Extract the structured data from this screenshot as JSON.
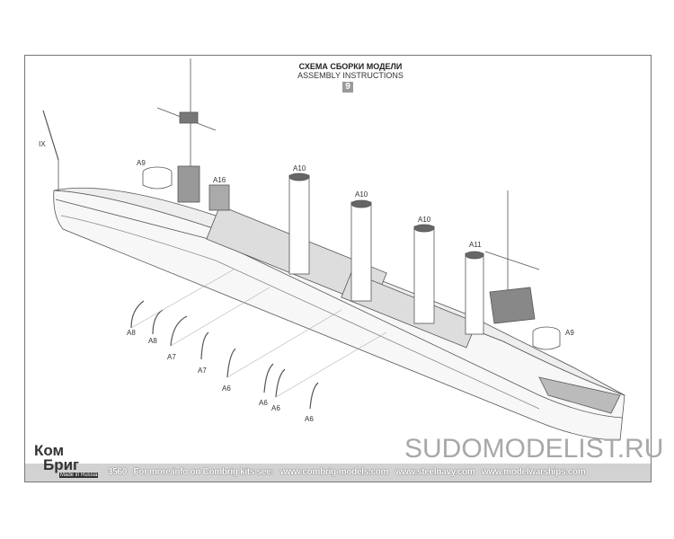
{
  "header": {
    "title_ru": "СХЕМА СБОРКИ МОДЕЛИ",
    "title_en": "ASSEMBLY INSTRUCTIONS",
    "page_number": "9"
  },
  "labels": {
    "ix": "IX",
    "a9_aft": "A9",
    "a16": "A16",
    "a10_1": "A10",
    "a10_2": "A10",
    "a10_3": "A10",
    "a11": "A11",
    "a9_fwd": "A9",
    "a8_1": "A8",
    "a8_2": "A8",
    "a7_1": "A7",
    "a7_2": "A7",
    "a6_1": "A6",
    "a6_2": "A6",
    "a6_3": "A6",
    "a6_4": "A6"
  },
  "footer": {
    "kit_number": "3560",
    "info": "For more info on Combrig kits see:",
    "links": [
      "www.combrig-models.com",
      "www.steelnavy.com",
      "www.modelwarships.com"
    ]
  },
  "logo": {
    "line1": "Ком",
    "line2": "Бриг",
    "tagline": "Made in Russia"
  },
  "watermark": "SUDOMODELIST.RU"
}
